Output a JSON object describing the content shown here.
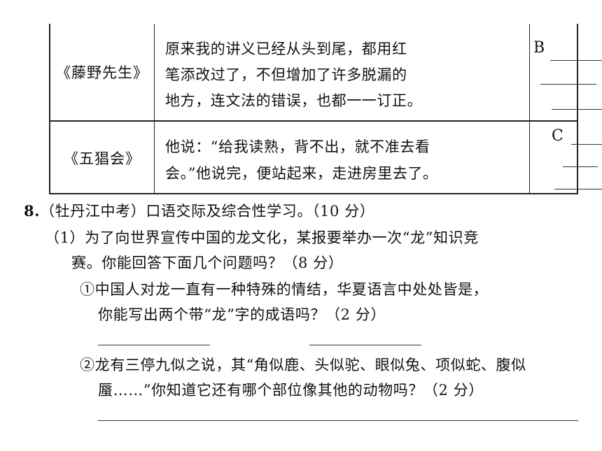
{
  "table": {
    "rows": [
      {
        "title": "《藤野先生》",
        "lines": [
          "原来我的讲义已经从头到尾，都用红",
          "笔添改过了，不但增加了许多脱漏的",
          "地方，连文法的错误，也都一一订正。"
        ],
        "answer_letter": "B"
      },
      {
        "title": "《五猖会》",
        "lines": [
          "他说：“给我读熟，背不出，就不准去看",
          "会。”他说完，便站起来，走进房里去了。"
        ],
        "answer_letter": "C"
      }
    ]
  },
  "question": {
    "number": "8.",
    "header": "（牡丹江中考）口语交际及综合性学习。（10 分）",
    "part1_line1": "（1）为了向世界宣传中国的龙文化，某报要举办一次“龙”知识竞",
    "part1_line2": "赛。你能回答下面几个问题吗？（8 分）",
    "sub1_line1": "①中国人对龙一直有一种特殊的情结，华夏语言中处处皆是，",
    "sub1_line2": "你能写出两个带“龙”字的成语吗？（2 分）",
    "sub2_line1": "②龙有三停九似之说，其“角似鹿、头似驼、眼似兔、项似蛇、腹似",
    "sub2_line2": "蜃……”你知道它还有哪个部位像其他的动物吗？（2 分）"
  }
}
